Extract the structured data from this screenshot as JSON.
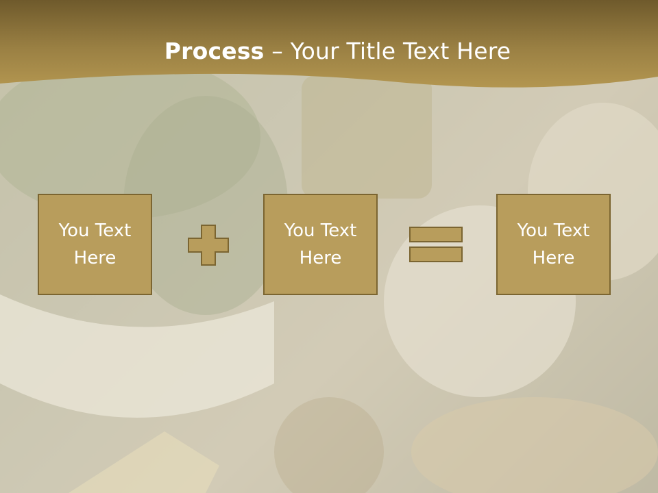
{
  "slide": {
    "title_bold": "Process",
    "title_rest": " – Your Title Text Here",
    "boxes": [
      {
        "text": "You Text Here"
      },
      {
        "text": "You Text Here"
      },
      {
        "text": "You Text Here"
      }
    ],
    "operators": [
      "plus-icon",
      "equals-icon"
    ],
    "colors": {
      "banner": "#a88e4e",
      "box_fill": "#b89d5c",
      "box_border": "#7b6531",
      "text": "#ffffff"
    }
  }
}
